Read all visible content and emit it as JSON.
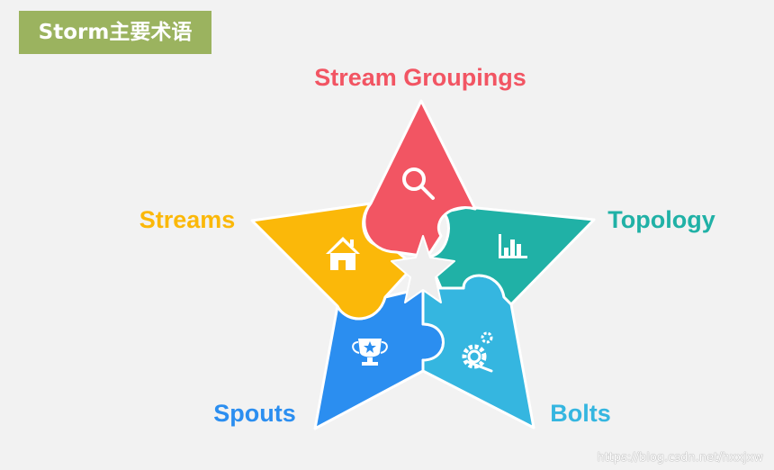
{
  "title": "Storm主要术语",
  "labels": {
    "stream_groupings": "Stream Groupings",
    "streams": "Streams",
    "topology": "Topology",
    "spouts": "Spouts",
    "bolts": "Bolts"
  },
  "watermark": "https://blog.csdn.net/hxxjxw",
  "colors": {
    "stream_groupings": "#f25563",
    "streams": "#fbb809",
    "topology": "#20b1a6",
    "spouts": "#2b8ef0",
    "bolts": "#35b6e0",
    "title_bg": "#9bb35f"
  },
  "icons": {
    "stream_groupings": "magnifier-icon",
    "streams": "house-icon",
    "topology": "bar-chart-icon",
    "spouts": "trophy-icon",
    "bolts": "gears-icon"
  }
}
